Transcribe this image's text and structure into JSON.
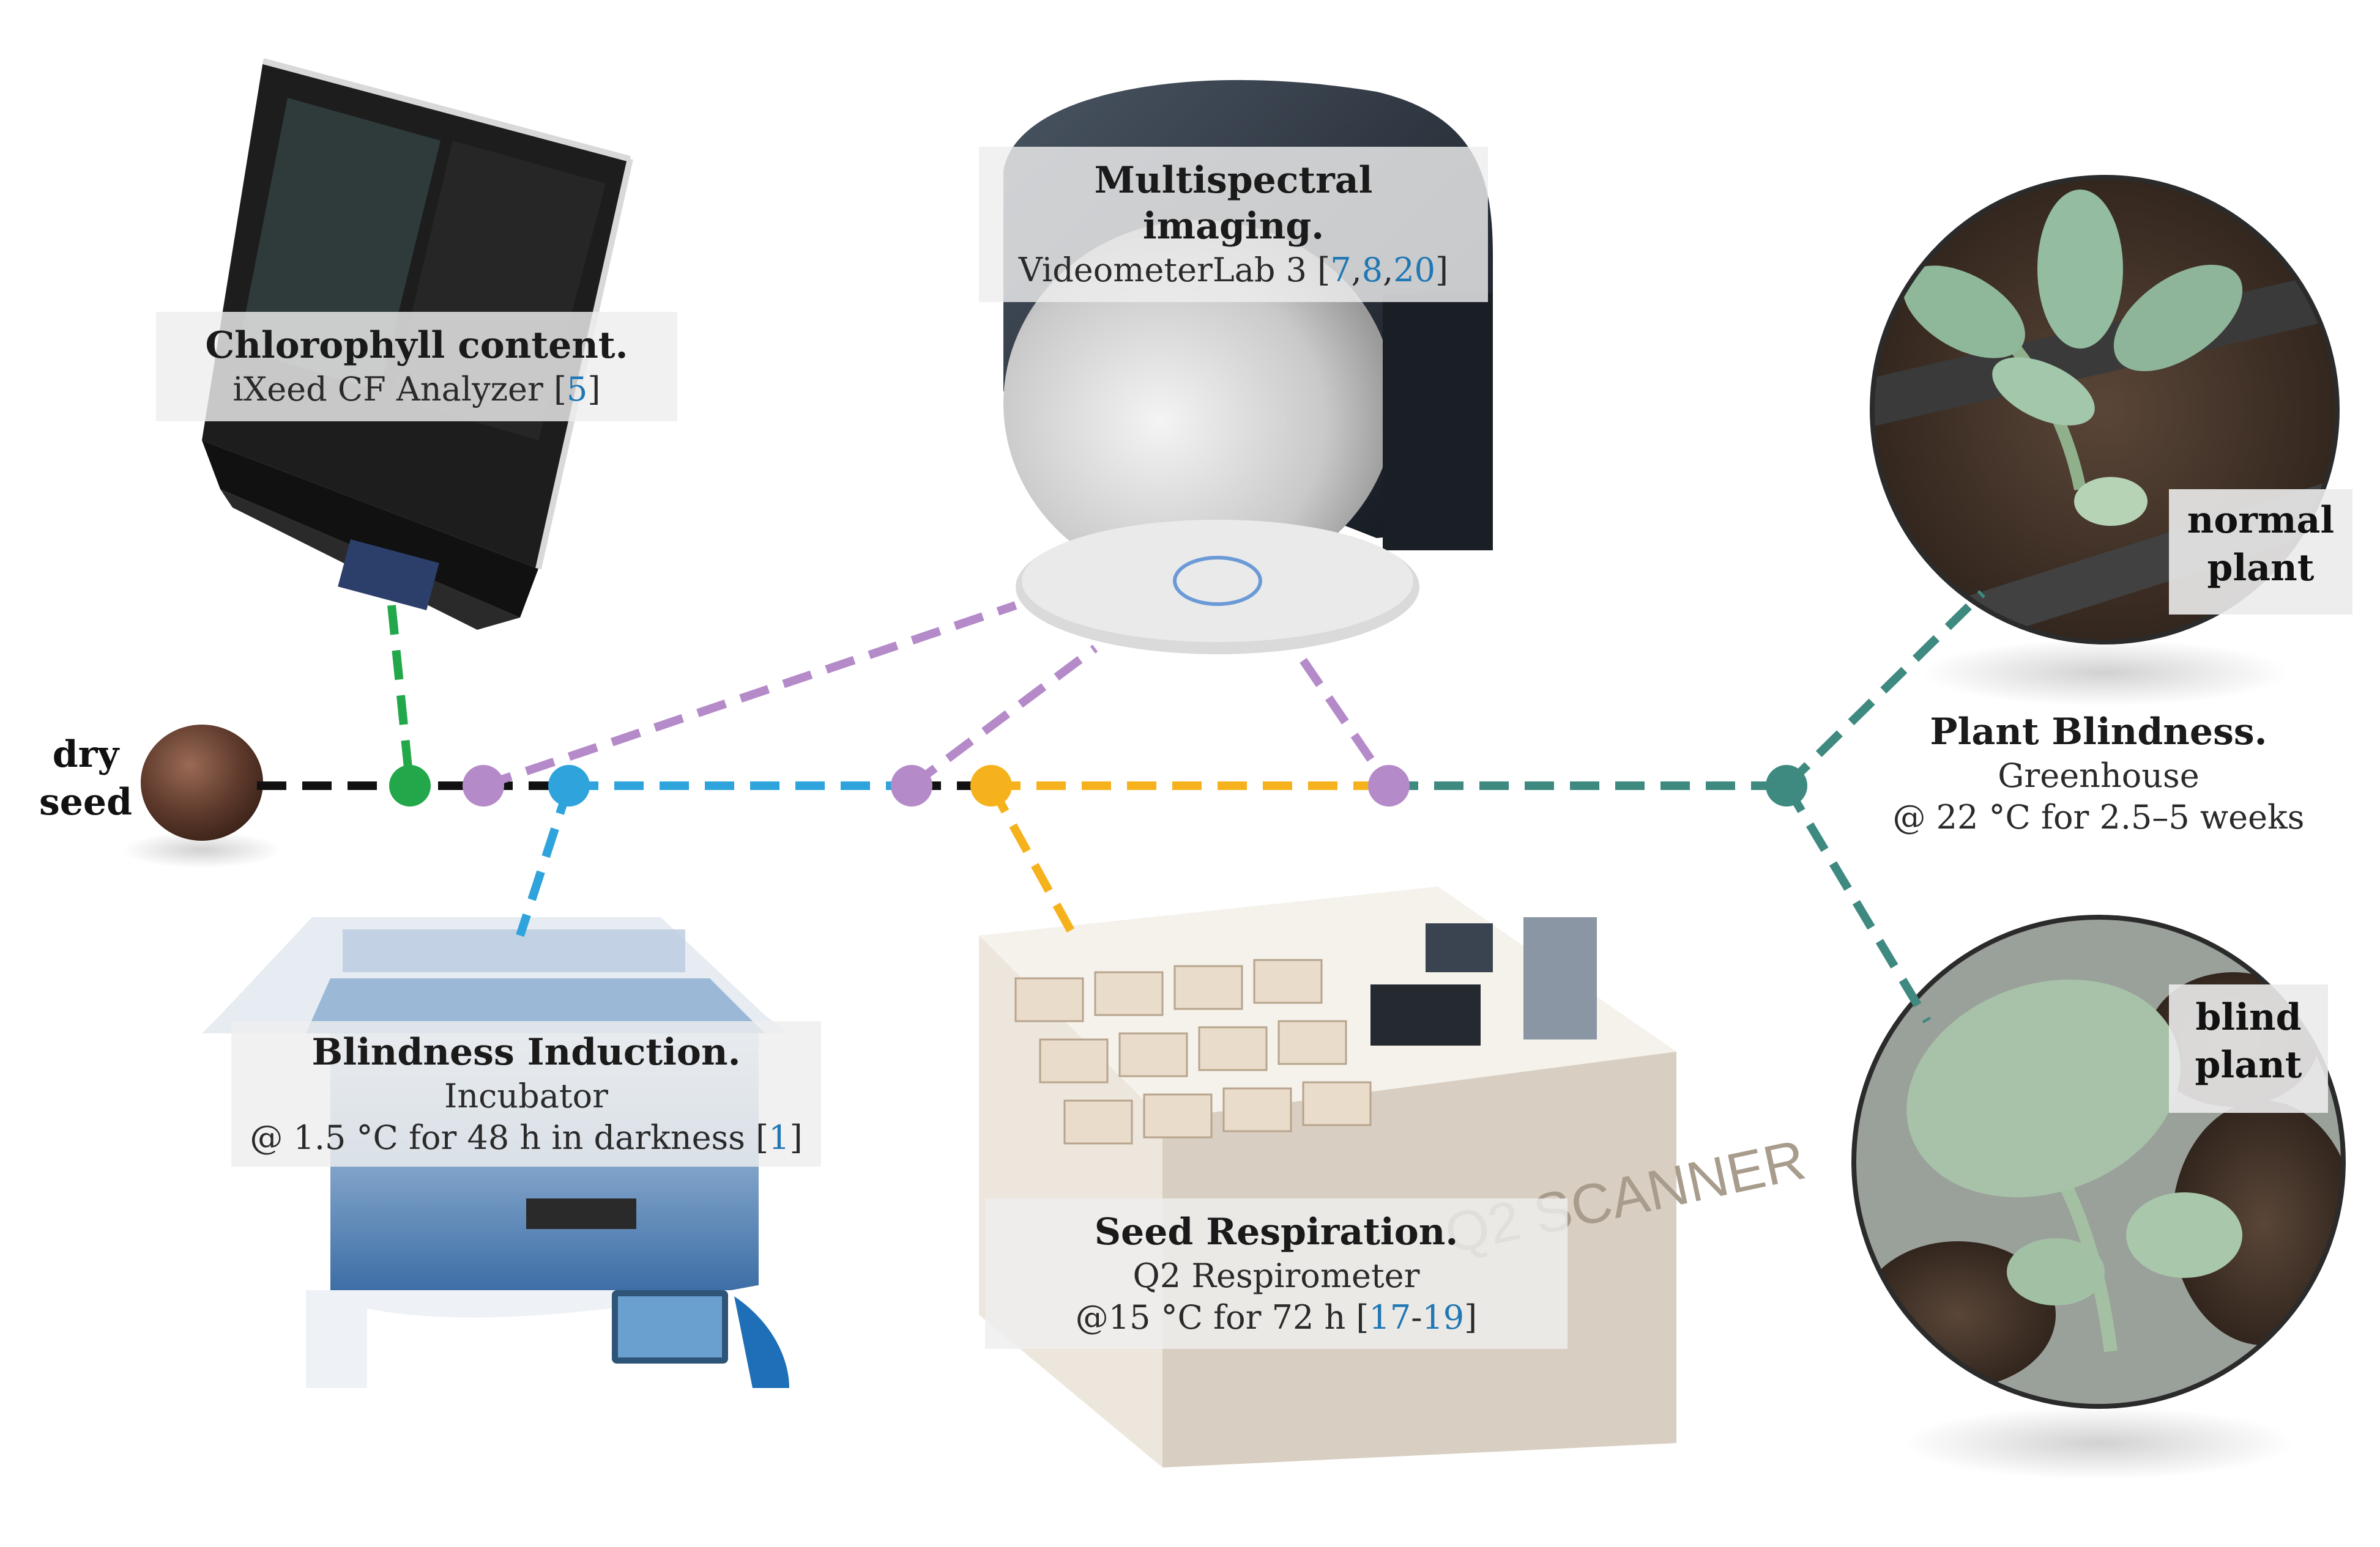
{
  "seed": {
    "label_line1": "dry",
    "label_line2": "seed"
  },
  "chlorophyll": {
    "title": "Chlorophyll content.",
    "instrument": "iXeed CF Analyzer [",
    "ref": "5",
    "close": "]"
  },
  "multispectral": {
    "title": "Multispectral imaging.",
    "instrument": "VideometerLab 3 [",
    "ref1": "7",
    "ref2": "8",
    "ref3": "20",
    "sep": ",",
    "close": "]"
  },
  "induction": {
    "title": "Blindness Induction.",
    "instrument": "Incubator",
    "condition": "@ 1.5 °C for 48 h in darkness [",
    "ref": "1",
    "close": "]"
  },
  "respiration": {
    "title": "Seed Respiration.",
    "instrument": "Q2 Respirometer",
    "condition": "@15 °C for 72 h [",
    "ref1": "17",
    "ref2": "19",
    "dash": "-",
    "close": "]"
  },
  "blindness": {
    "title": "Plant Blindness.",
    "instrument": "Greenhouse",
    "condition": "@ 22 °C for 2.5–5 weeks"
  },
  "normal_plant": {
    "line1": "normal",
    "line2": "plant"
  },
  "blind_plant": {
    "line1": "blind",
    "line2": "plant"
  },
  "scanner_text": "Q2 SCANNER",
  "colors": {
    "green": "#22a84a",
    "purple": "#b58ac9",
    "blue": "#2ea3dc",
    "yellow": "#f5b21c",
    "teal": "#3f8a80",
    "black": "#111111",
    "ref": "#1f77b4"
  }
}
